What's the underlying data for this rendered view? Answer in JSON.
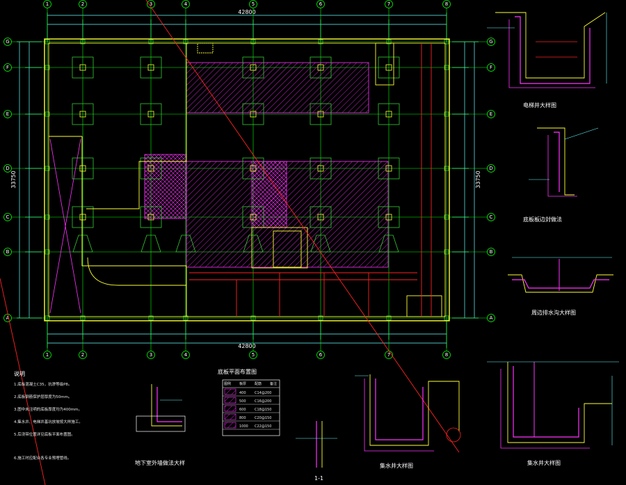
{
  "palette": {
    "background": "#000000",
    "axis": "#00ff00",
    "wall": "#ffff33",
    "pile": "#33cc33",
    "hatch": "#ff33ff",
    "rebar": "#ff2222",
    "dimension": "#66ffff",
    "text": "#ffffff"
  },
  "grid": {
    "columns": [
      "1",
      "2",
      "3",
      "4",
      "5",
      "6",
      "7",
      "8"
    ],
    "rows": [
      "G",
      "F",
      "E",
      "D",
      "C",
      "B",
      "A"
    ]
  },
  "dimensions": {
    "top_total": "42800",
    "bottom_total": "42800",
    "left_total": "33750",
    "right_total": "33750"
  },
  "titles": {
    "elevator_pit": "电梯井大样图",
    "foundation_slab_edge": "底板板边封做法",
    "drain_trench": "周边排水沟大样图",
    "plan": "底板平面布置图",
    "basement_wall": "地下室外墙做法大样",
    "sump_pit_left": "集水井大样图",
    "sump_pit_right": "集水井大样图",
    "section_1_1": "1-1"
  },
  "notes": {
    "heading": "说明",
    "items": [
      "1.底板混凝土C35，抗渗等级P8。",
      "2.底板钢筋保护层厚度为50mm。",
      "3.图中未注明的底板厚度均为400mm。",
      "4.集水井、电梯井基坑放坡按大样施工。",
      "5.后浇带位置详见底板平面布置图。",
      "6.施工时应配合各专业预埋管线。"
    ]
  },
  "legend": {
    "headers": [
      "图例",
      "板厚",
      "配筋",
      "备注"
    ],
    "rows": [
      [
        "",
        "400",
        "C14@200",
        ""
      ],
      [
        "",
        "500",
        "C16@200",
        ""
      ],
      [
        "",
        "600",
        "C18@150",
        ""
      ],
      [
        "",
        "800",
        "C20@150",
        ""
      ],
      [
        "",
        "1000",
        "C22@150",
        ""
      ]
    ]
  }
}
